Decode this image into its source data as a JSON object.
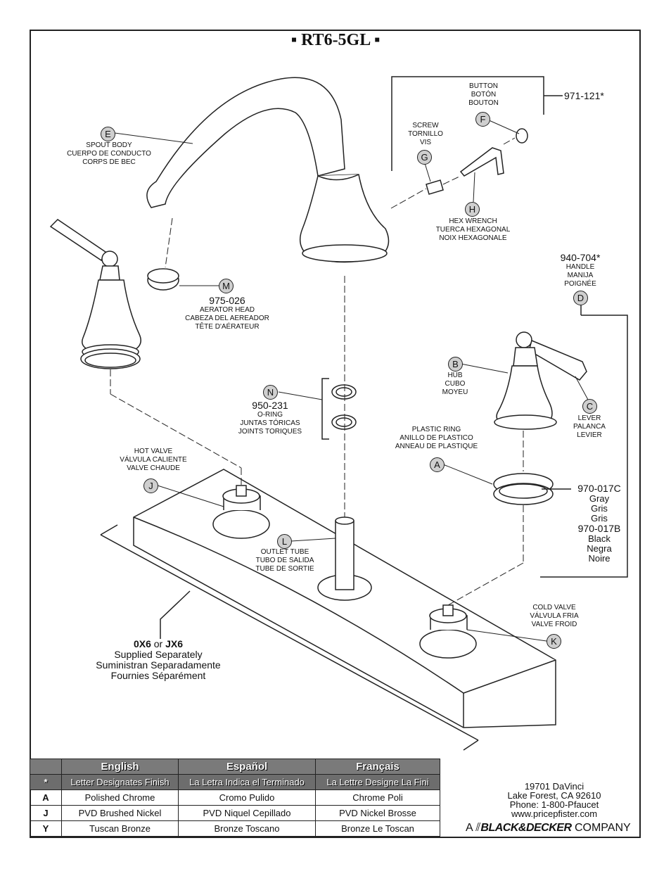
{
  "title": "▪ RT6-5GL ▪",
  "parts": {
    "E": {
      "letter": "E",
      "lines": [
        "SPOUT BODY",
        "CUERPO DE CONDUCTO",
        "CORPS DE BEC"
      ]
    },
    "F": {
      "letter": "F",
      "lines": [
        "BUTTON",
        "BOTÓN",
        "BOUTON"
      ],
      "part_no": "971-121*"
    },
    "G": {
      "letter": "G",
      "lines": [
        "SCREW",
        "TORNILLO",
        "VIS"
      ]
    },
    "H": {
      "letter": "H",
      "lines": [
        "HEX WRENCH",
        "TUERCA HEXAGONAL",
        "NOIX HEXAGONALE"
      ]
    },
    "M": {
      "letter": "M",
      "part_no": "975-026",
      "lines": [
        "AERATOR HEAD",
        "CABEZA DEL AEREADOR",
        "TÊTE D'AÉRATEUR"
      ]
    },
    "D": {
      "letter": "D",
      "part_no": "940-704*",
      "lines": [
        "HANDLE",
        "MANIJA",
        "POIGNÉE"
      ]
    },
    "B": {
      "letter": "B",
      "lines": [
        "HUB",
        "CUBO",
        "MOYEU"
      ]
    },
    "C": {
      "letter": "C",
      "lines": [
        "LEVER",
        "PALANCA",
        "LEVIER"
      ]
    },
    "N": {
      "letter": "N",
      "part_no": "950-231",
      "lines": [
        "O-RING",
        "JUNTAS TÓRICAS",
        "JOINTS TORIQUES"
      ]
    },
    "A": {
      "letter": "A",
      "lines": [
        "PLASTIC RING",
        "ANILLO DE PLASTICO",
        "ANNEAU DE PLASTIQUE"
      ]
    },
    "J": {
      "letter": "J",
      "lines": [
        "HOT VALVE",
        "VÁLVULA CALIENTE",
        "VALVE CHAUDE"
      ]
    },
    "L": {
      "letter": "L",
      "lines": [
        "OUTLET TUBE",
        "TUBO DE SALIDA",
        "TUBE DE SORTIE"
      ]
    },
    "K": {
      "letter": "K",
      "lines": [
        "COLD VALVE",
        "VÁLVULA FRIA",
        "VALVE FROID"
      ]
    }
  },
  "ring_variants": {
    "gray_no": "970-017C",
    "gray_lines": [
      "Gray",
      "Gris",
      "Gris"
    ],
    "black_no": "970-017B",
    "black_lines": [
      "Black",
      "Negra",
      "Noire"
    ]
  },
  "supplied": {
    "code1": "0X6",
    "or": "or",
    "code2": "JX6",
    "lines": [
      "Supplied Separately",
      "Suministran Separadamente",
      "Fournies Séparément"
    ]
  },
  "finish_table": {
    "headers": [
      "English",
      "Español",
      "Français"
    ],
    "star_row": {
      "key": "*",
      "cells": [
        "Letter Designates Finish",
        "La Letra Indica el Terminado",
        "La Lettre Designe La Fini"
      ]
    },
    "rows": [
      {
        "key": "A",
        "cells": [
          "Polished Chrome",
          "Cromo Pulido",
          "Chrome Poli"
        ]
      },
      {
        "key": "J",
        "cells": [
          "PVD Brushed Nickel",
          "PVD Niquel Cepillado",
          "PVD Nickel Brosse"
        ]
      },
      {
        "key": "Y",
        "cells": [
          "Tuscan Bronze",
          "Bronze Toscano",
          "Bronze Le Toscan"
        ]
      }
    ]
  },
  "address": {
    "street": "19701 DaVinci",
    "city": "Lake Forest, CA 92610",
    "phone": "Phone: 1-800-Pfaucet",
    "web": "www.pricepfister.com"
  },
  "company": {
    "prefix": "A",
    "brand": "BLACK&DECKER",
    "suffix": "COMPANY"
  }
}
